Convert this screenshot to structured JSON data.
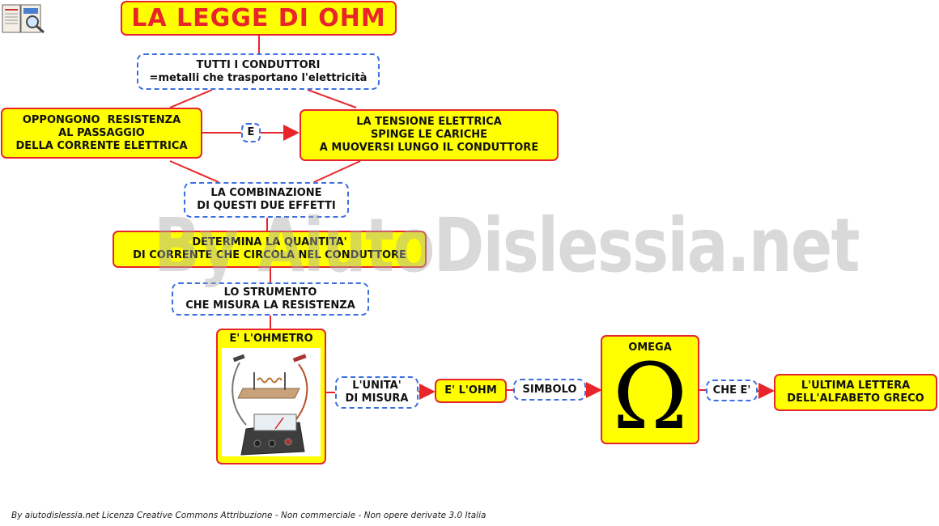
{
  "title": "LA LEGGE DI OHM",
  "watermark": "By AiutoDislessia.net",
  "footer": "By aiutodislessia.net Licenza Creative Commons Attribuzione - Non commerciale - Non opere derivate 3.0 Italia",
  "logo_icon": "book-magnifier-icon",
  "colors": {
    "box_fill": "#ffff00",
    "box_border": "#e8252b",
    "dashed_border": "#3b6fe0",
    "line": "#e8252b"
  },
  "nodes": {
    "conduttori_1": "TUTTI I CONDUTTORI",
    "conduttori_2": "=metalli che trasportano l'elettricità",
    "resistenza_1": "OPPONGONO  RESISTENZA",
    "resistenza_2": "AL PASSAGGIO",
    "resistenza_3": "DELLA CORRENTE ELETTRICA",
    "e_link": "E",
    "tensione_1": "LA TENSIONE ELETTRICA",
    "tensione_2": "SPINGE LE CARICHE",
    "tensione_3": "A MUOVERSI LUNGO IL CONDUTTORE",
    "combinazione_1": "LA COMBINAZIONE",
    "combinazione_2": "DI QUESTI DUE EFFETTI",
    "quantita_1": "DETERMINA LA QUANTITA'",
    "quantita_2": "DI CORRENTE CHE CIRCOLA NEL CONDUTTORE",
    "strumento_1": "LO STRUMENTO",
    "strumento_2": "CHE MISURA LA RESISTENZA",
    "ohmetro": "E' L'OHMETRO",
    "unita_1": "L'UNITA'",
    "unita_2": "DI MISURA",
    "ohm": "E' L'OHM",
    "simbolo": "SIMBOLO",
    "omega_label": "OMEGA",
    "omega_symbol": "Ω",
    "che_e": "CHE E'",
    "ultima_1": "L'ULTIMA LETTERA",
    "ultima_2": "DELL'ALFABETO GRECO"
  }
}
